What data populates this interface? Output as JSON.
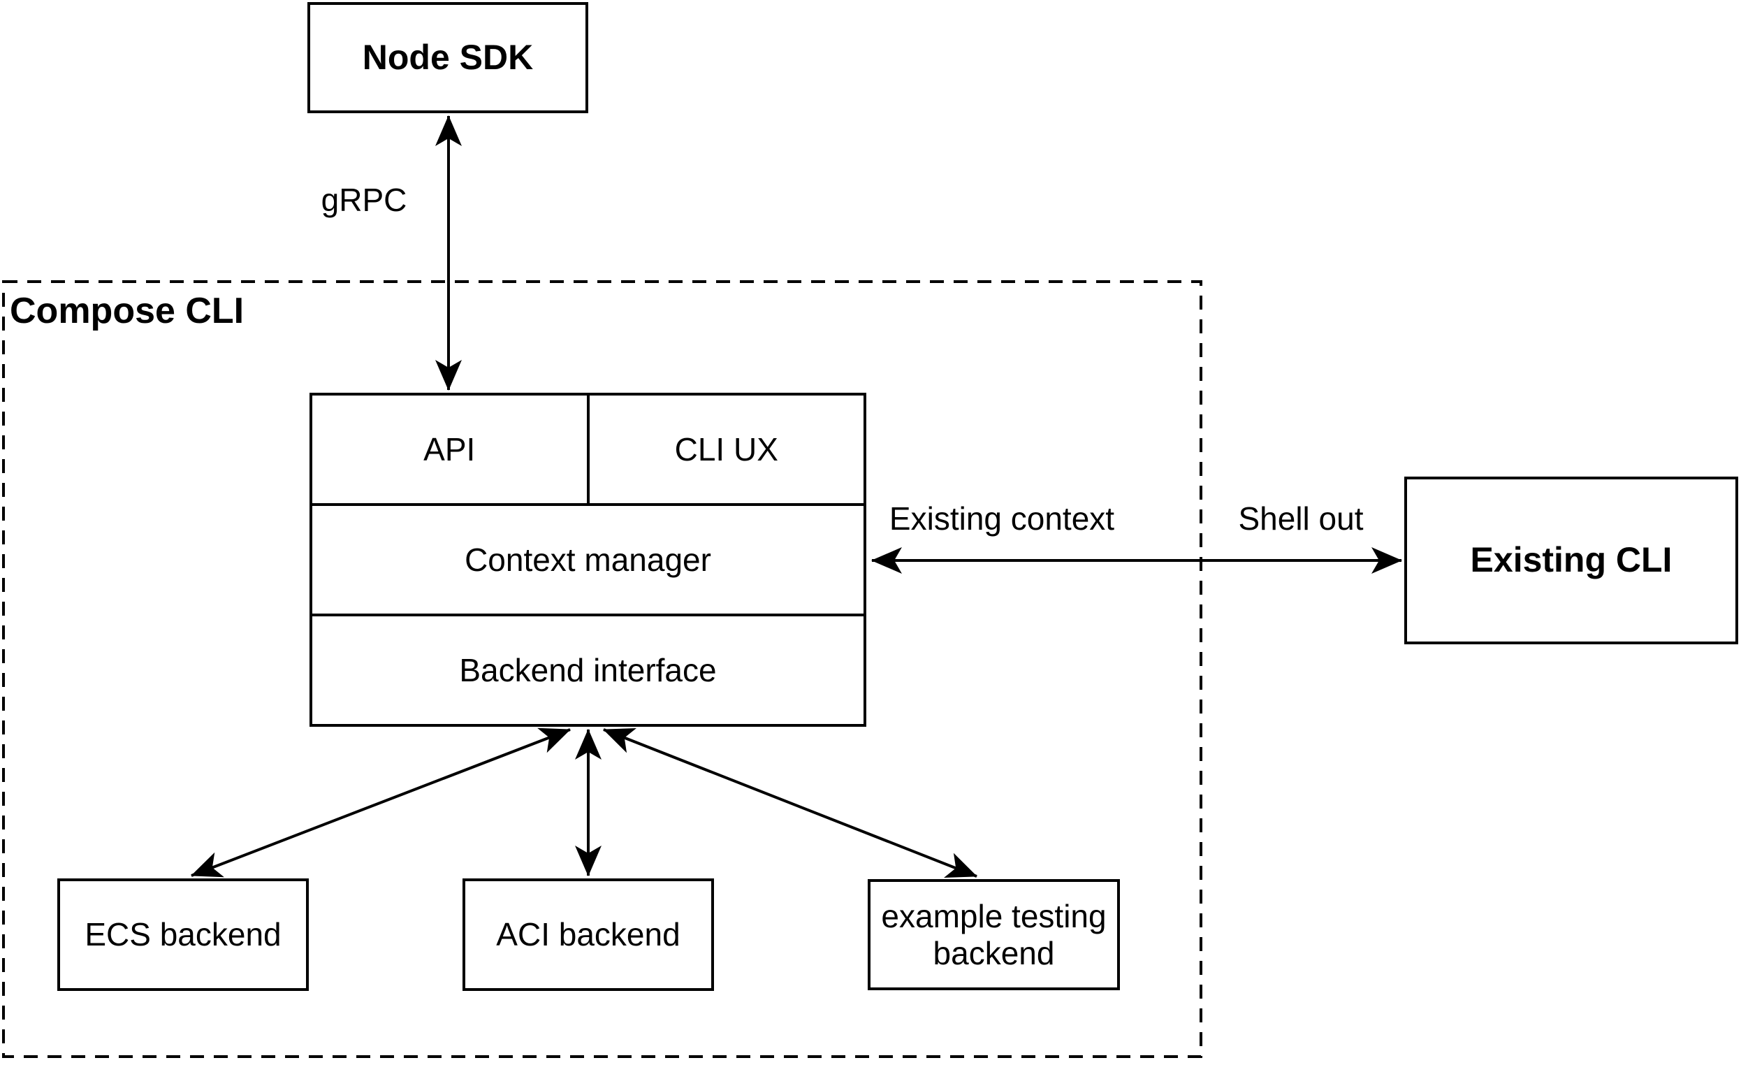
{
  "diagram": {
    "colors": {
      "stroke": "#000000",
      "background": "#ffffff",
      "text": "#000000"
    },
    "nodes": {
      "node_sdk": "Node SDK",
      "compose_cli": "Compose CLI",
      "api": "API",
      "cli_ux": "CLI UX",
      "context_manager": "Context manager",
      "backend_interface": "Backend interface",
      "existing_cli": "Existing CLI",
      "ecs_backend": "ECS backend",
      "aci_backend": "ACI backend",
      "example_testing_backend": "example testing backend"
    },
    "edge_labels": {
      "grpc": "gRPC",
      "existing_context": "Existing context",
      "shell_out": "Shell out"
    }
  }
}
